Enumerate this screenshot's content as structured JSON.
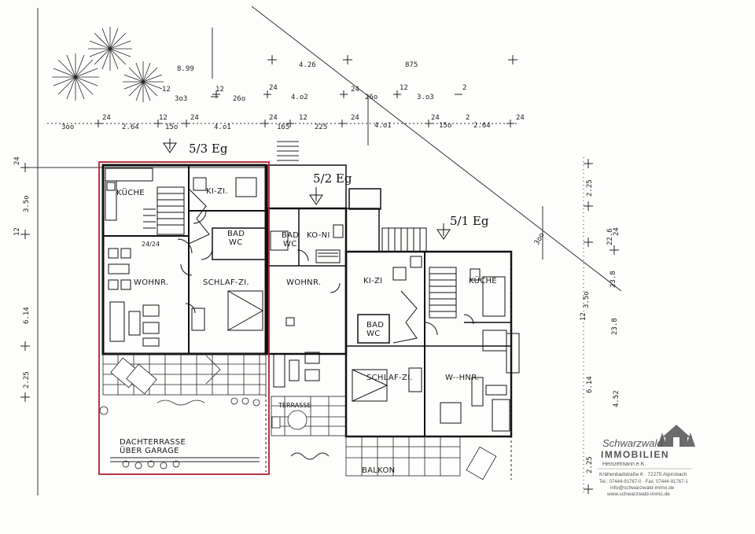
{
  "rooms": {
    "kueche_a": "KÜCHE",
    "kizi_a": "KI-ZI.",
    "badwc_a1": "BAD",
    "badwc_a2": "WC",
    "area_a": "24/24",
    "wohnr_a": "WOHNR.",
    "schlaf_a": "SCHLAF-ZI.",
    "dachterrasse1": "DACHTERRASSE",
    "dachterrasse2": "ÜBER GARAGE",
    "badwc_b1": "BAD",
    "badwc_b2": "WC",
    "koni_b": "KO-NI",
    "wohnr_b": "WOHNR.",
    "terrasse": "TERRASSE",
    "kizi_c": "KI-ZI",
    "kueche_c": "KÜCHE",
    "badwc_c1": "BAD",
    "badwc_c2": "WC",
    "schlaf_c": "SCHLAF-ZI.",
    "wohnr_c": "W--HNR.",
    "balkon": "BALKON"
  },
  "units": {
    "u53": "5/3 Eg",
    "u52": "5/2 Eg",
    "u51": "5/1 Eg"
  },
  "dims_top": {
    "r1a": "8.99",
    "r1b": "4.26",
    "r1c": "875",
    "r2a": "3o3",
    "r2b": "26o",
    "r2c": "4.o2",
    "r2d": "26o",
    "r2e": "3.o3",
    "r3a": "3oo",
    "r3b": "2.64",
    "r3c": "15o",
    "r3d": "4.o1",
    "r3e": "165",
    "r3f": "225",
    "r3g": "4.o1",
    "r3h": "15o",
    "r3i": "2.64",
    "sup12": "12",
    "sup24": "24",
    "sup2": "2"
  },
  "dims_left": {
    "a": "3.5o",
    "b": "12",
    "c": "6.14",
    "d": "2.25",
    "e": "24"
  },
  "dims_right": {
    "a": "2.25",
    "b": "22.6",
    "c": "3.5o",
    "d": "23.8",
    "e": "23.8",
    "f": "3oo",
    "g": "6.14",
    "h": "4.52",
    "i": "2.25",
    "j": "24",
    "k": "12"
  },
  "logo": {
    "brand1": "Schwarzwald",
    "brand2": "IMMOBILIEN",
    "owner": "Heinzelmann e.K.",
    "address": "Krähenbadstraße 6 · 72275 Alpirsbach",
    "phone": "Tel.: 07444-91767-0 · Fax: 07444-91767-1",
    "email": "info@schwarzwald-immo.de",
    "web": "www.schwarzwald-immo.de"
  },
  "colors": {
    "highlight": "#b3202e",
    "ink": "#111111",
    "logo_gray": "#6b6b6b"
  }
}
